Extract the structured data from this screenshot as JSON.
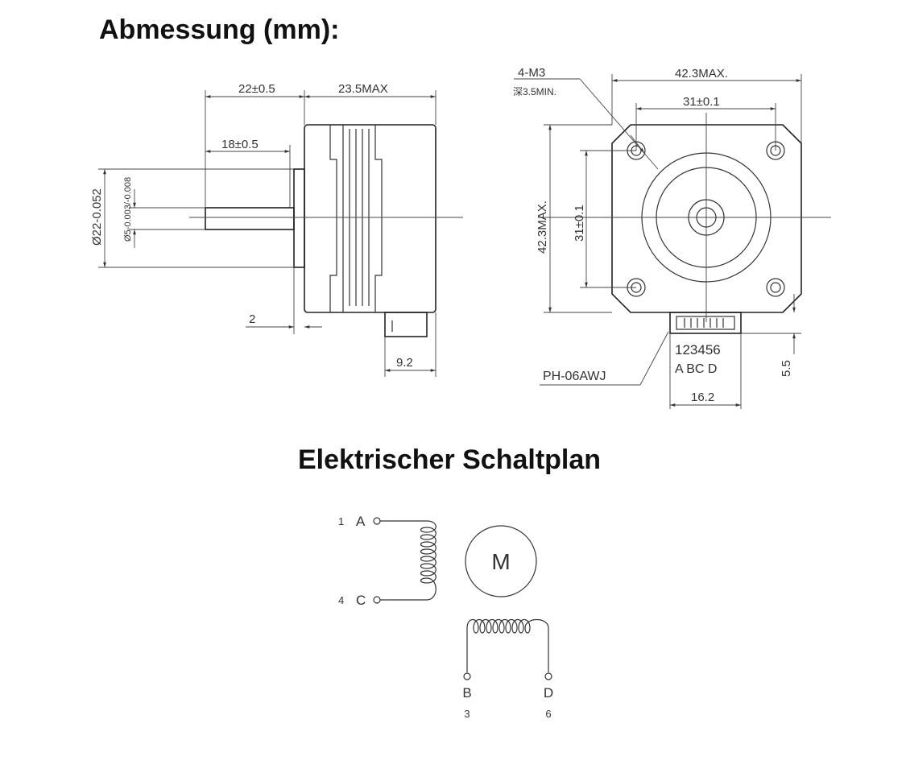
{
  "headings": {
    "dimensions": "Abmessung (mm):",
    "schematic": "Elektrischer Schaltplan"
  },
  "side_view": {
    "shaft_length": "22±0.5",
    "body_length": "23.5MAX",
    "flat_length": "18±0.5",
    "boss_diameter": "Ø22-0.052",
    "shaft_diameter": "Ø5-0.003/-0.008",
    "boss_height": "2",
    "connector_offset": "9.2"
  },
  "front_view": {
    "thread_spec": "4-M3",
    "thread_depth": "深3.5MIN.",
    "width": "42.3MAX.",
    "hole_spacing_h": "31±0.1",
    "height": "42.3MAX.",
    "hole_spacing_v": "31±0.1",
    "pin_numbers": "123456",
    "pin_letters": "A BC D",
    "connector_type": "PH-06AWJ",
    "connector_width": "16.2",
    "connector_height": "5.5"
  },
  "schematic": {
    "motor_label": "M",
    "pins": [
      {
        "num": "1",
        "name": "A"
      },
      {
        "num": "4",
        "name": "C"
      },
      {
        "num": "3",
        "name": "B"
      },
      {
        "num": "6",
        "name": "D"
      }
    ]
  }
}
